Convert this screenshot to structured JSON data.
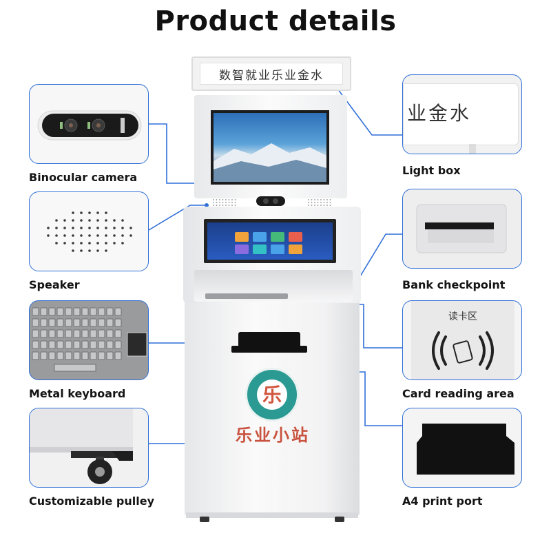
{
  "page_title": "Product details",
  "kiosk": {
    "lightbox_text": "数智就业乐业金水",
    "brand_text": "乐业小站"
  },
  "features": {
    "binocular_camera": "Binocular camera",
    "speaker": "Speaker",
    "metal_keyboard": "Metal keyboard",
    "customizable_pulley": "Customizable pulley",
    "light_box": "Light box",
    "bank_checkpoint": "Bank checkpoint",
    "card_reading_area": "Card reading area",
    "a4_print_port": "A4 print port"
  },
  "details": {
    "light_box_closeup_text": "业金水",
    "card_reader_zone_text": "读卡区"
  },
  "colors": {
    "callout_line": "#2f6fd8",
    "brand_red": "#c9533f",
    "logo_teal": "#2a9a92"
  },
  "icons": [
    "camera-icon",
    "speaker-grille-icon",
    "keyboard-icon",
    "wheel-icon",
    "contactless-card-icon",
    "print-slot-icon"
  ]
}
